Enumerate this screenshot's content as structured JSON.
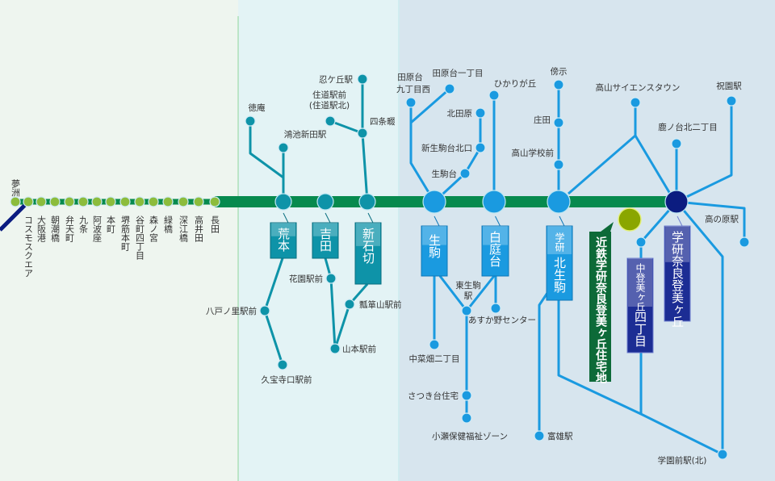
{
  "colors": {
    "main_line": "#078a4e",
    "teal": "#0e93a8",
    "blue": "#1a9ae0",
    "navy": "#0b1c80",
    "olive": "#8aa600",
    "residential_box": "#0d6a38"
  },
  "west_line": {
    "first": "夢洲",
    "stations": [
      "コスモスクエア",
      "大阪港",
      "朝潮橋",
      "弁天町",
      "九条",
      "阿波座",
      "本町",
      "堺筋本町",
      "谷町四丁目",
      "森ノ宮",
      "緑橋",
      "深江橋",
      "高井田",
      "長田"
    ]
  },
  "major_stations": {
    "aramoto": "荒本",
    "yoshida": "吉田",
    "shin_ishikiri": "新石切",
    "ikoma": "生駒",
    "shiraniwadai": "白庭台",
    "gakken_kitaikoma_prefix": "学研",
    "gakken_kitaikoma": "北生駒",
    "gakken_nara_tomigaoka": "学研奈良登美ヶ丘",
    "naka_tomigaoka_top": "中登美ヶ丘",
    "naka_tomigaoka_bottom": "四丁目"
  },
  "residential_label": "近鉄学研奈良登美ヶ丘住宅地",
  "bus_stops": [
    "徳庵",
    "鴻池新田駅",
    "八戸ノ里駅前",
    "久宝寺口駅前",
    "花園駅前",
    "山本駅前",
    "瓢箪山駅前",
    "四条畷",
    "忍ケ丘駅",
    "住道駅前",
    "(住道駅北)",
    "田原台",
    "九丁目西",
    "田原台一丁目",
    "生駒台",
    "新生駒台北口",
    "北田原",
    "ひかりが丘",
    "高山学校前",
    "庄田",
    "傍示",
    "高山サイエンスタウン",
    "鹿ノ台北二丁目",
    "祝園駅",
    "高の原駅",
    "学園前駅(北)",
    "中菜畑二丁目",
    "東生駒",
    "駅",
    "あすか野センター",
    "さつき台住宅",
    "小瀬保健福祉ゾーン",
    "富雄駅"
  ]
}
